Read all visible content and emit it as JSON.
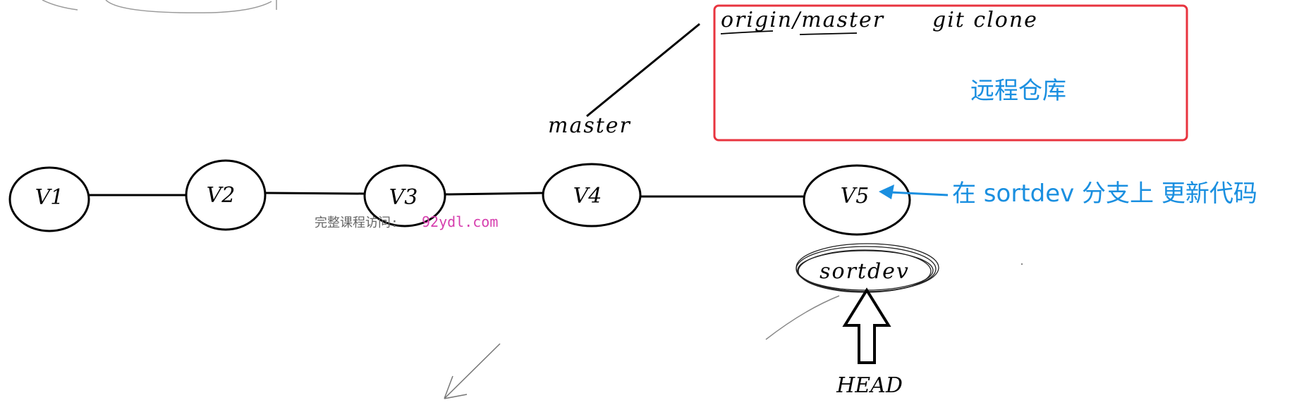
{
  "nodes": [
    "V1",
    "V2",
    "V3",
    "V4",
    "V5"
  ],
  "labels": {
    "master": "master",
    "sortdev": "sortdev",
    "head": "HEAD"
  },
  "remote_box": {
    "origin_master": "origin/master",
    "git_clone": "git clone",
    "title": "远程仓库"
  },
  "annotation": "在 sortdev 分支上 更新代码",
  "watermark": {
    "prefix": "完整课程访问:",
    "url": "92ydl.com"
  },
  "colors": {
    "accent_blue": "#1a8fe0",
    "box_red": "#e8343f",
    "watermark_pink": "#d63fae"
  }
}
